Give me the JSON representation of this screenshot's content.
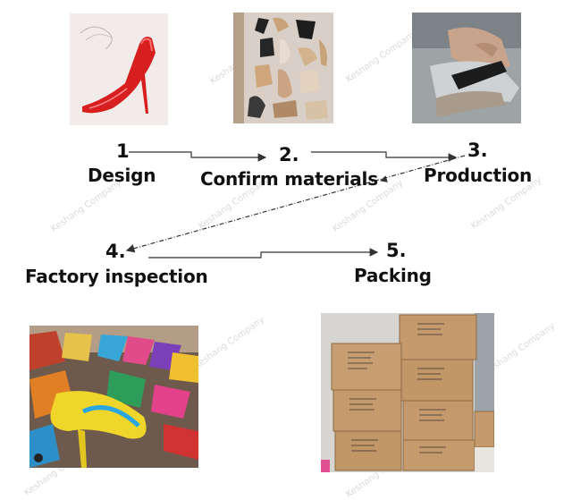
{
  "watermark": "Keshang Company",
  "steps": [
    {
      "number": "1",
      "label": "Design"
    },
    {
      "number": "2.",
      "label": "Confirm materials"
    },
    {
      "number": "3.",
      "label": "Production"
    },
    {
      "number": "4.",
      "label": "Factory inspection"
    },
    {
      "number": "5.",
      "label": "Packing"
    }
  ],
  "colors": {
    "text": "#111111",
    "arrow": "#333333",
    "shoe_red": "#d81f1f",
    "cardboard": "#c49a6c"
  }
}
